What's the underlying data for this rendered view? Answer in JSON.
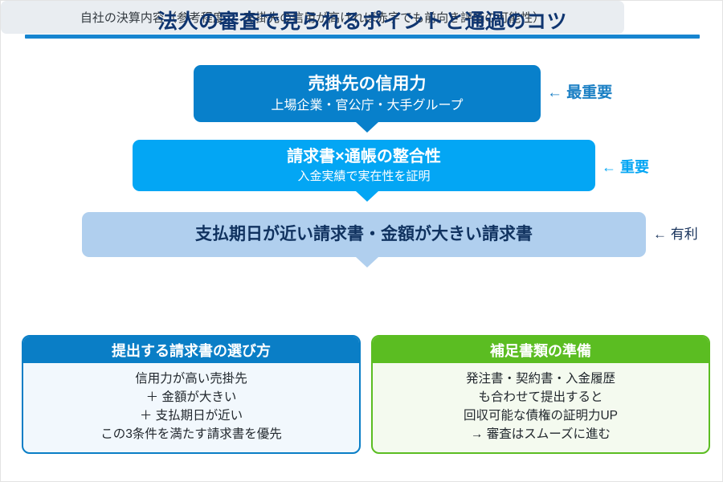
{
  "title": "法人の審査で見られるポイントと通過のコツ",
  "colors": {
    "title_navy": "#0f3570",
    "rule_blue": "#1785d0",
    "box1_blue": "#0880cb",
    "box2_cyan": "#03a6f4",
    "box3_light_blue": "#b0cfee",
    "note_gray": "#e9edf1",
    "card_blue": "#0a7ec6",
    "card_green": "#5bbd22"
  },
  "funnel": [
    {
      "id": "credit",
      "title": "売掛先の信用力",
      "subtitle": "上場企業・官公庁・大手グループ",
      "annotation": "← 最重要"
    },
    {
      "id": "match",
      "title": "請求書×通帳の整合性",
      "subtitle": "入金実績で実在性を証明",
      "annotation": "← 重要"
    },
    {
      "id": "invoice",
      "title": "支払期日が近い請求書・金額が大きい請求書",
      "subtitle": "",
      "annotation": "← 有利"
    }
  ],
  "note": "自社の決算内容（参考程度 → 売掛先の信用が高ければ赤字でも前向き評価の可能性）",
  "cards": [
    {
      "id": "select",
      "header": "提出する請求書の選び方",
      "lines": [
        "信用力が高い売掛先",
        "＋ 金額が大きい",
        "＋ 支払期日が近い",
        "この3条件を満たす請求書を優先"
      ]
    },
    {
      "id": "docs",
      "header": "補足書類の準備",
      "lines": [
        "発注書・契約書・入金履歴",
        "も合わせて提出すると",
        "回収可能な債権の証明力UP",
        "→ 審査はスムーズに進む"
      ]
    }
  ]
}
